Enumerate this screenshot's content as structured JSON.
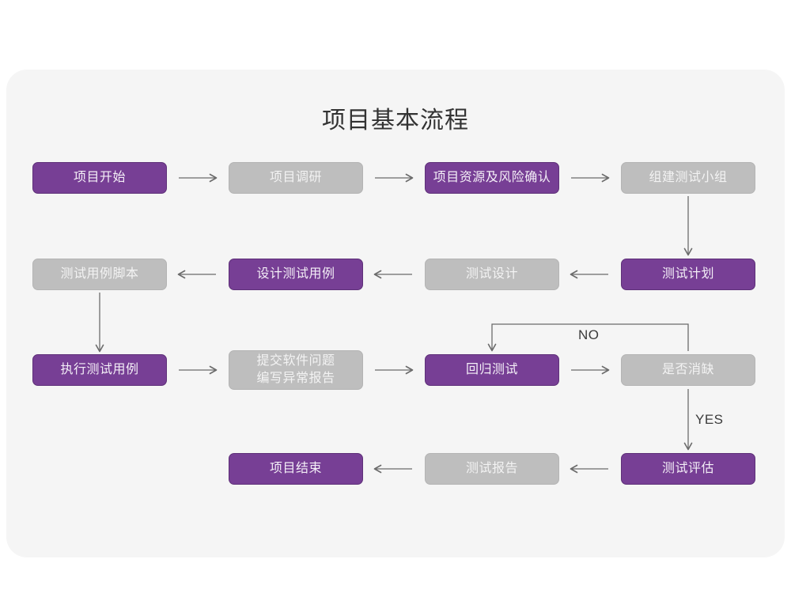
{
  "diagram": {
    "title": "项目基本流程",
    "colors": {
      "panel_bg": "#f5f5f5",
      "page_bg": "#ffffff",
      "node_purple": "#773f95",
      "node_purple_border": "#5f3179",
      "node_gray": "#bebebe",
      "node_gray_border": "#b4b4b4",
      "arrow": "#6b6b6b",
      "title_text": "#333333"
    },
    "nodes": [
      {
        "id": "n1",
        "label": "项目开始",
        "style": "purple"
      },
      {
        "id": "n2",
        "label": "项目调研",
        "style": "gray"
      },
      {
        "id": "n3",
        "label": "项目资源及风险确认",
        "style": "purple"
      },
      {
        "id": "n4",
        "label": "组建测试小组",
        "style": "gray"
      },
      {
        "id": "n5",
        "label": "测试计划",
        "style": "purple"
      },
      {
        "id": "n6",
        "label": "测试设计",
        "style": "gray"
      },
      {
        "id": "n7",
        "label": "设计测试用例",
        "style": "purple"
      },
      {
        "id": "n8",
        "label": "测试用例脚本",
        "style": "gray"
      },
      {
        "id": "n9",
        "label": "执行测试用例",
        "style": "purple"
      },
      {
        "id": "n10",
        "label": "提交软件问题\n编写异常报告",
        "style": "gray"
      },
      {
        "id": "n11",
        "label": "回归测试",
        "style": "purple"
      },
      {
        "id": "n12",
        "label": "是否消缺",
        "style": "gray"
      },
      {
        "id": "n13",
        "label": "测试评估",
        "style": "purple"
      },
      {
        "id": "n14",
        "label": "测试报告",
        "style": "gray"
      },
      {
        "id": "n15",
        "label": "项目结束",
        "style": "purple"
      }
    ],
    "edge_labels": {
      "no": "NO",
      "yes": "YES"
    }
  }
}
